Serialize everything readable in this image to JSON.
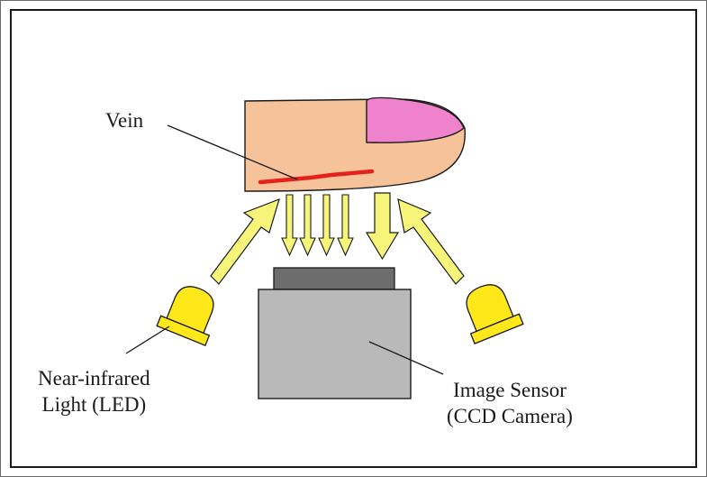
{
  "labels": {
    "vein": "Vein",
    "nir_light": [
      "Near-infrared",
      "Light (LED)"
    ],
    "image_sensor": [
      "Image Sensor",
      "(CCD Camera)"
    ]
  },
  "colors": {
    "skin": "#f6c29a",
    "nail": "#ef82cc",
    "vein": "#e3231b",
    "arrow_fill": "#f6f57a",
    "led_fill": "#ffe81a",
    "camera_body": "#b9b9b9",
    "camera_lens": "#6d6d6d",
    "outline": "#1a1a1a"
  }
}
